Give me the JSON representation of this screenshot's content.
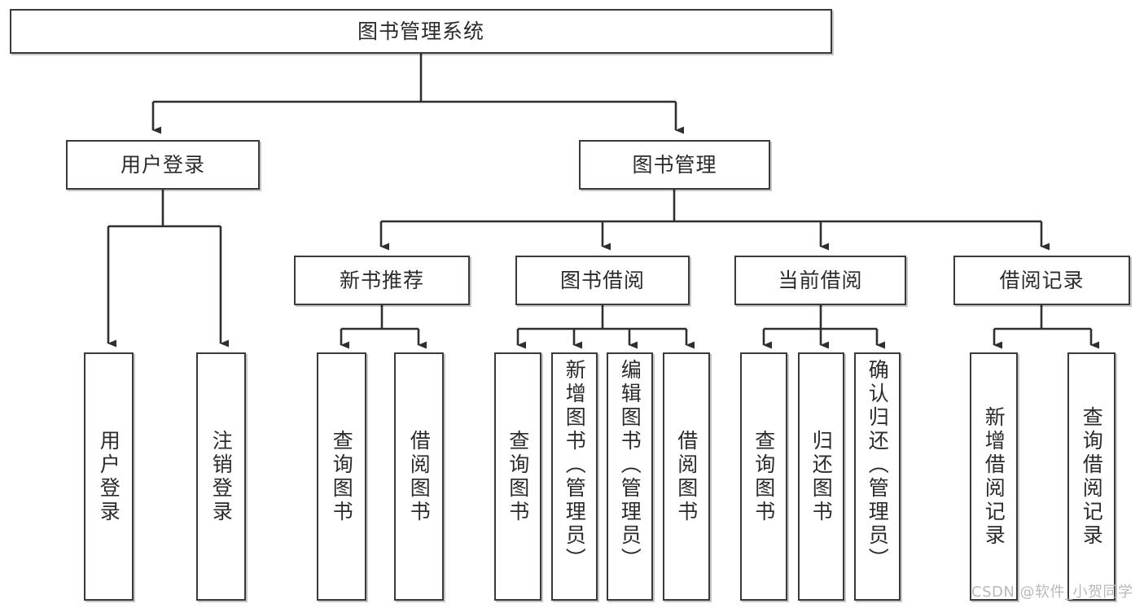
{
  "diagram": {
    "title": "图书管理系统",
    "type": "tree-hierarchy",
    "root": {
      "id": "root",
      "label": "图书管理系统"
    },
    "level2": [
      {
        "id": "user-login",
        "label": "用户登录"
      },
      {
        "id": "book-manage",
        "label": "图书管理"
      }
    ],
    "level3": [
      {
        "id": "new-book-rec",
        "label": "新书推荐"
      },
      {
        "id": "book-borrow",
        "label": "图书借阅"
      },
      {
        "id": "current-borrow",
        "label": "当前借阅"
      },
      {
        "id": "borrow-record",
        "label": "借阅记录"
      }
    ],
    "leaves": [
      {
        "id": "leaf-user-login",
        "label": "用户登录",
        "parent": "user-login"
      },
      {
        "id": "leaf-logout",
        "label": "注销登录",
        "parent": "user-login"
      },
      {
        "id": "leaf-query-book-1",
        "label": "查询图书",
        "parent": "new-book-rec"
      },
      {
        "id": "leaf-borrow-book-1",
        "label": "借阅图书",
        "parent": "new-book-rec"
      },
      {
        "id": "leaf-query-book-2",
        "label": "查询图书",
        "parent": "book-borrow"
      },
      {
        "id": "leaf-add-book",
        "label": "新增图书（管理员）",
        "parent": "book-borrow"
      },
      {
        "id": "leaf-edit-book",
        "label": "编辑图书（管理员）",
        "parent": "book-borrow"
      },
      {
        "id": "leaf-borrow-book-2",
        "label": "借阅图书",
        "parent": "book-borrow"
      },
      {
        "id": "leaf-query-book-3",
        "label": "查询图书",
        "parent": "current-borrow"
      },
      {
        "id": "leaf-return-book",
        "label": "归还图书",
        "parent": "current-borrow"
      },
      {
        "id": "leaf-confirm-return",
        "label": "确认归还（管理员）",
        "parent": "current-borrow"
      },
      {
        "id": "leaf-add-record",
        "label": "新增借阅记录",
        "parent": "borrow-record"
      },
      {
        "id": "leaf-query-record",
        "label": "查询借阅记录",
        "parent": "borrow-record"
      }
    ],
    "colors": {
      "box_border": "#3a3a3a",
      "box_fill": "#ffffff",
      "line": "#2f2f2f",
      "text": "#2b2b2b",
      "watermark": "#b9b9b9"
    }
  },
  "watermark": {
    "text": "CSDN @软件_小贺同学"
  }
}
